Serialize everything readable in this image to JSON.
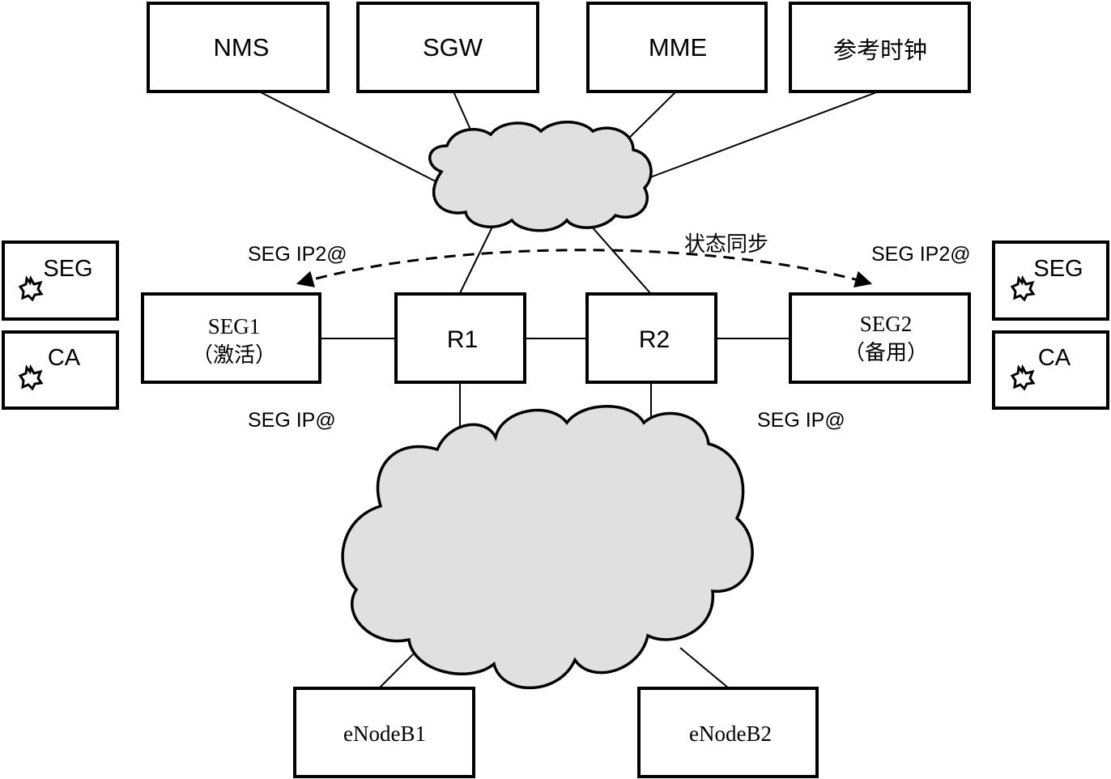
{
  "top_nodes": {
    "nms": "NMS",
    "sgw": "SGW",
    "mme": "MME",
    "ref_clock": "参考时钟"
  },
  "seg1": {
    "line1": "SEG1",
    "line2": "（激活）"
  },
  "seg2": {
    "line1": "SEG2",
    "line2": "（备用）"
  },
  "routers": {
    "r1": "R1",
    "r2": "R2"
  },
  "enodebs": {
    "enb1": "eNodeB1",
    "enb2": "eNodeB2"
  },
  "side_boxes": {
    "left_seg": "SEG",
    "left_ca": "CA",
    "right_seg": "SEG",
    "right_ca": "CA"
  },
  "labels": {
    "seg_ip2_left": "SEG IP2@",
    "seg_ip2_right": "SEG IP2@",
    "state_sync": "状态同步",
    "seg_ip_left": "SEG IP@",
    "seg_ip_right": "SEG IP@"
  }
}
